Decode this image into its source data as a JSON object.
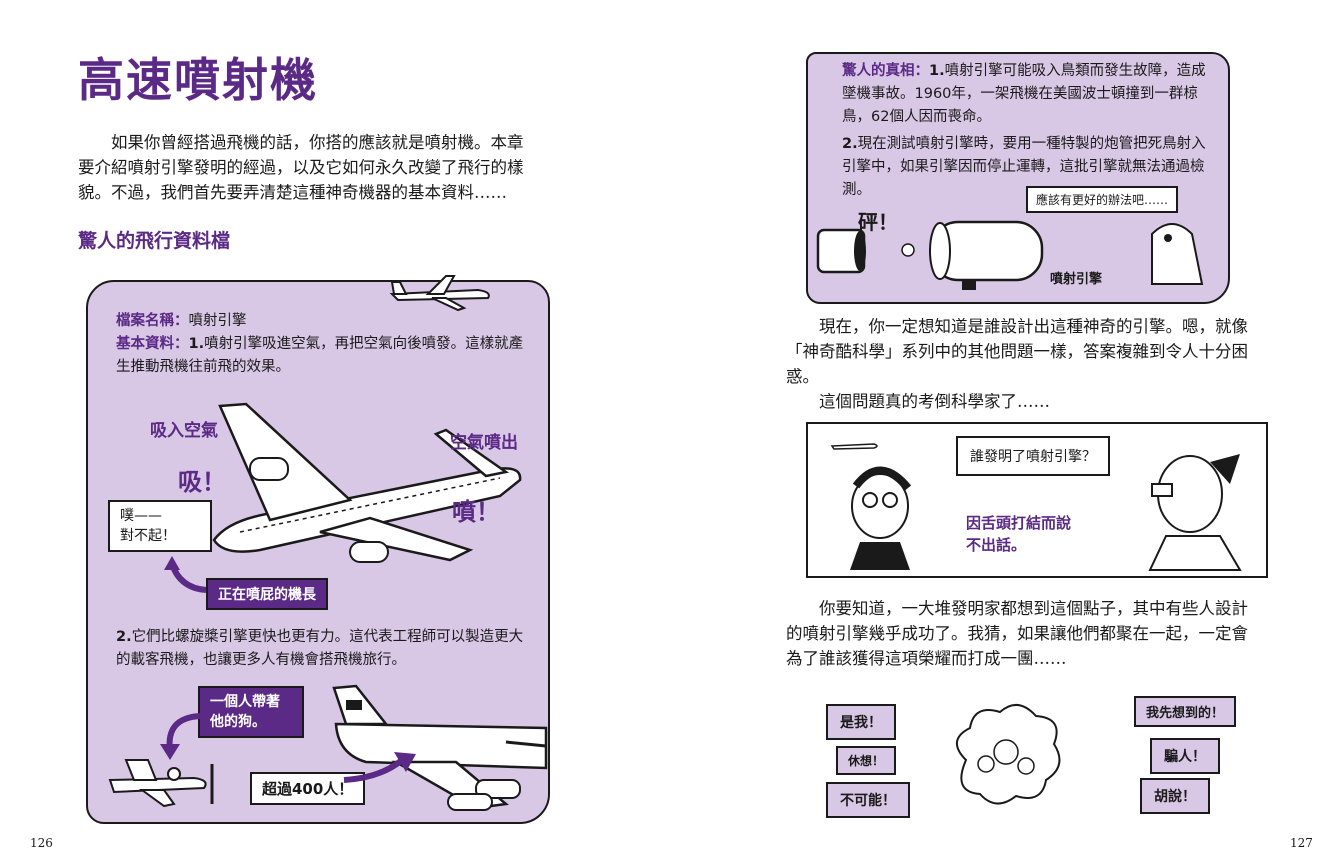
{
  "left": {
    "title": "高速噴射機",
    "intro": "如果你曾經搭過飛機的話，你搭的應該就是噴射機。本章要介紹噴射引擎發明的經過，以及它如何永久改變了飛行的樣貌。不過，我們首先要弄清楚這種神奇機器的基本資料……",
    "section": "驚人的飛行資料檔",
    "file_name_key": "檔案名稱：",
    "file_name_val": "噴射引擎",
    "basic_key": "基本資料：",
    "basic_1_num": "1.",
    "basic_1": "噴射引擎吸進空氣，再把空氣向後噴發。這樣就產生推動飛機往前飛的效果。",
    "label_intake": "吸入空氣",
    "label_exhaust": "空氣噴出",
    "sfx_suck": "吸！",
    "sfx_puff": "噴！",
    "pilot_line1": "噗——",
    "pilot_line2": "對不起！",
    "pilot_caption": "正在噴屁的機長",
    "basic_2_num": "2.",
    "basic_2": "它們比螺旋槳引擎更快也更有力。這代表工程師可以製造更大的載客飛機，也讓更多人有機會搭飛機旅行。",
    "dog_caption": "一個人帶著他的狗。",
    "over400": "超過400人！",
    "page_number": "126"
  },
  "right": {
    "truth_key": "驚人的真相：",
    "truth_1_num": "1.",
    "truth_1": "噴射引擎可能吸入鳥類而發生故障，造成墜機事故。1960年，一架飛機在美國波士頓撞到一群椋鳥，62個人因而喪命。",
    "truth_2_num": "2.",
    "truth_2": "現在測試噴射引擎時，要用一種特製的炮管把死鳥射入引擎中，如果引擎因而停止運轉，這批引擎就無法通過檢測。",
    "bird_speech": "應該有更好的辦法吧……",
    "sfx_bang": "砰！",
    "engine_label": "噴射引擎",
    "para1": "現在，你一定想知道是誰設計出這種神奇的引擎。嗯，就像「神奇酷科學」系列中的其他問題一樣，答案複雜到令人十分困惑。",
    "para2": "這個問題真的考倒科學家了……",
    "question": "誰發明了噴射引擎？",
    "tongue_tied": "因舌頭打結而說不出話。",
    "para3": "你要知道，一大堆發明家都想到這個點子，其中有些人設計的噴射引擎幾乎成功了。我猜，如果讓他們都聚在一起，一定會為了誰該獲得這項榮耀而打成一團……",
    "shouts": [
      "是我！",
      "休想！",
      "不可能！",
      "我先想到的！",
      "騙人！",
      "胡說！"
    ],
    "page_number": "127"
  }
}
